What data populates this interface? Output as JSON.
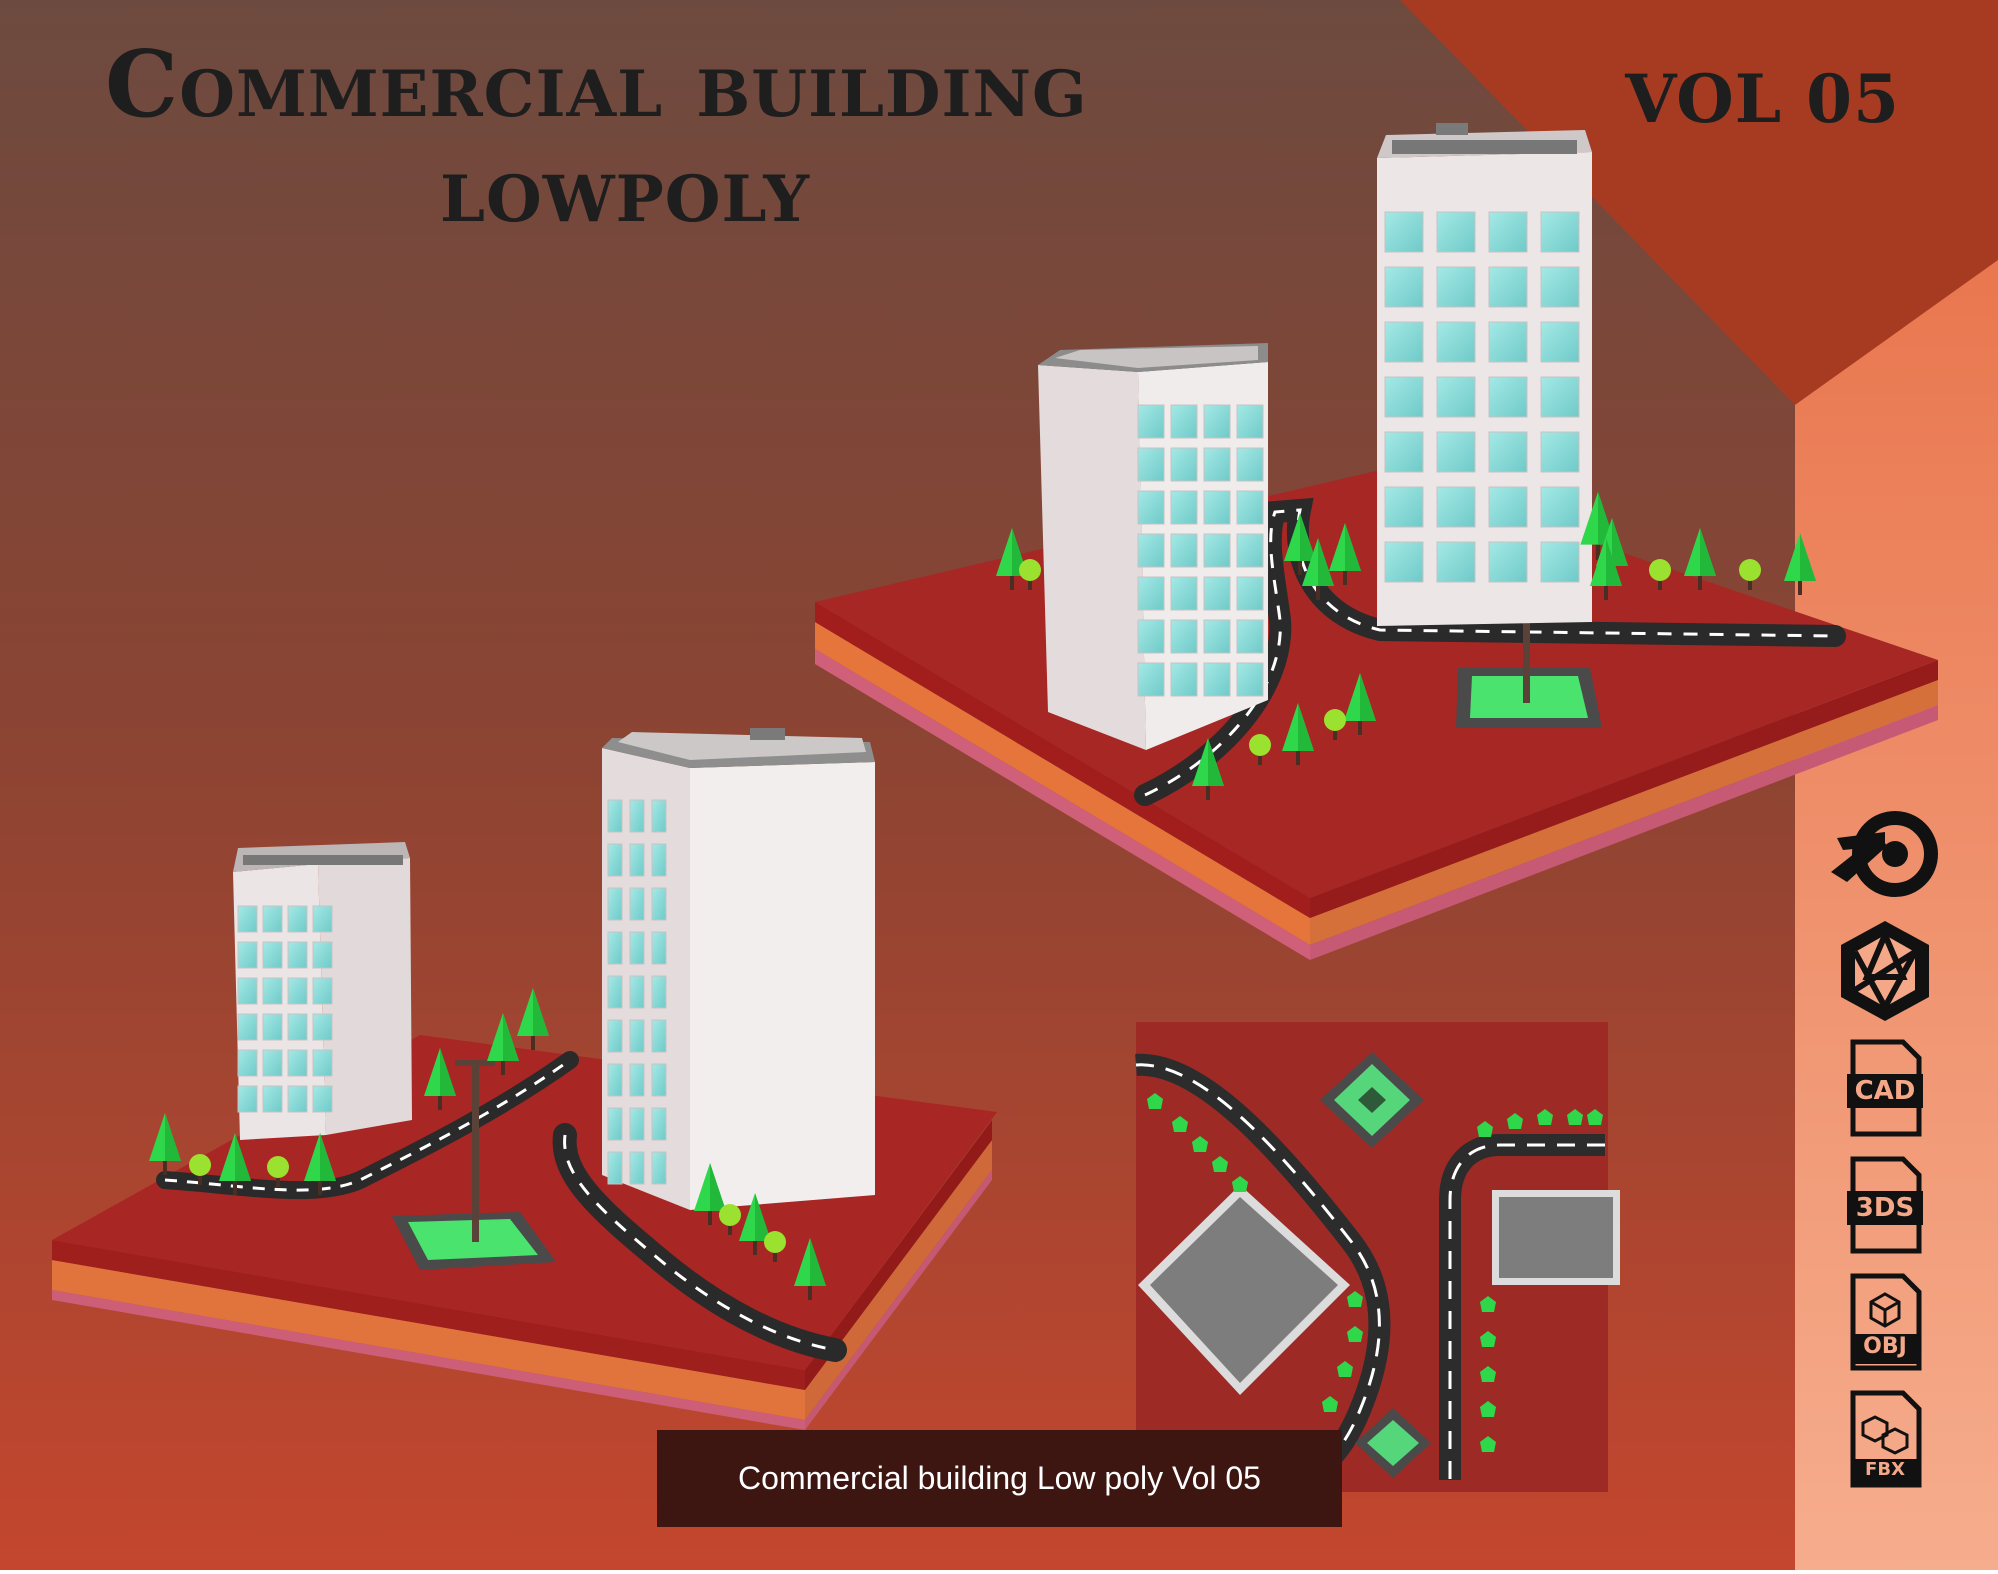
{
  "title": {
    "line1": "Commercial building",
    "line2": "lowpoly",
    "volume": "VOL 05"
  },
  "caption": "Commercial building Low poly Vol 05",
  "colors": {
    "background_top": "#6e4a3e",
    "background_bottom": "#c2452d",
    "accent_band": "#a8361f",
    "side_panel": "#f4a887",
    "ground": "#a3231f",
    "caption_bg": "#3d1611"
  },
  "format_icons": [
    {
      "name": "blender-icon",
      "label": ""
    },
    {
      "name": "sketchup-icon",
      "label": ""
    },
    {
      "name": "cad-file-icon",
      "label": "CAD"
    },
    {
      "name": "3ds-file-icon",
      "label": "3DS"
    },
    {
      "name": "obj-file-icon",
      "label": "OBJ"
    },
    {
      "name": "fbx-file-icon",
      "label": "FBX"
    }
  ]
}
